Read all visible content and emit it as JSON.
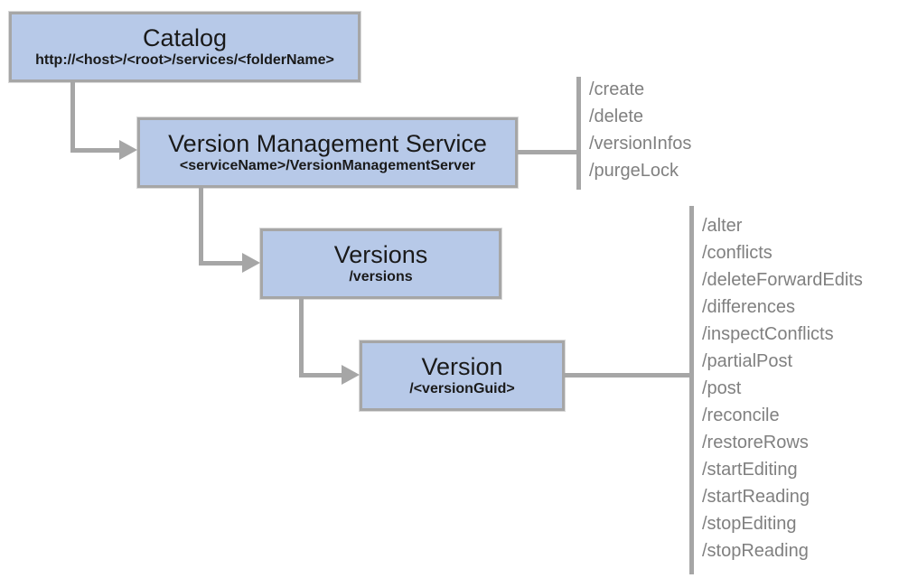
{
  "diagram": {
    "title_hint": "Version management REST resource hierarchy",
    "colors": {
      "node_fill": "#b7c9e8",
      "node_border": "#a6a6a6",
      "connector": "#a6a6a6",
      "endpoint_text": "#808080",
      "node_text": "#1a1a1a",
      "background": "#ffffff"
    },
    "nodes": {
      "catalog": {
        "title": "Catalog",
        "subtitle": "http://<host>/<root>/services/<folderName>"
      },
      "vms": {
        "title": "Version Management Service",
        "subtitle": "<serviceName>/VersionManagementServer"
      },
      "versions": {
        "title": "Versions",
        "subtitle": "/versions"
      },
      "version": {
        "title": "Version",
        "subtitle": "/<versionGuid>"
      }
    },
    "vms_endpoints": [
      "/create",
      "/delete",
      "/versionInfos",
      "/purgeLock"
    ],
    "version_endpoints": [
      "/alter",
      "/conflicts",
      "/deleteForwardEdits",
      "/differences",
      "/inspectConflicts",
      "/partialPost",
      "/post",
      "/reconcile",
      "/restoreRows",
      "/startEditing",
      "/startReading",
      "/stopEditing",
      "/stopReading"
    ]
  }
}
